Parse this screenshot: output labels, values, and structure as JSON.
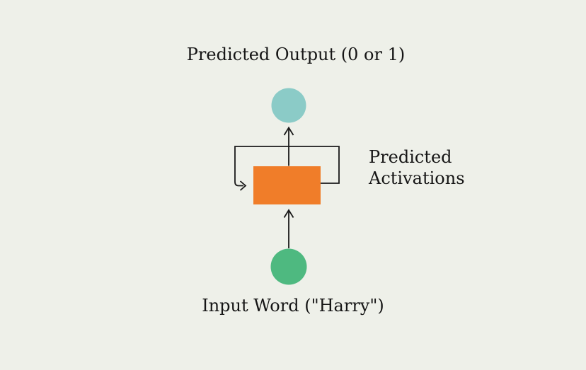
{
  "diagram": {
    "labels": {
      "output": "Predicted Output (0 or 1)",
      "activations": [
        "Predicted",
        "Activations"
      ],
      "input": "Input Word (\"Harry\")"
    },
    "colors": {
      "background": "#EEF0E9",
      "output_node": "#8BCBC7",
      "recurrent_block": "#F07D29",
      "input_node": "#4EB980",
      "arrow": "#1A1A1A",
      "text": "#151515"
    }
  }
}
